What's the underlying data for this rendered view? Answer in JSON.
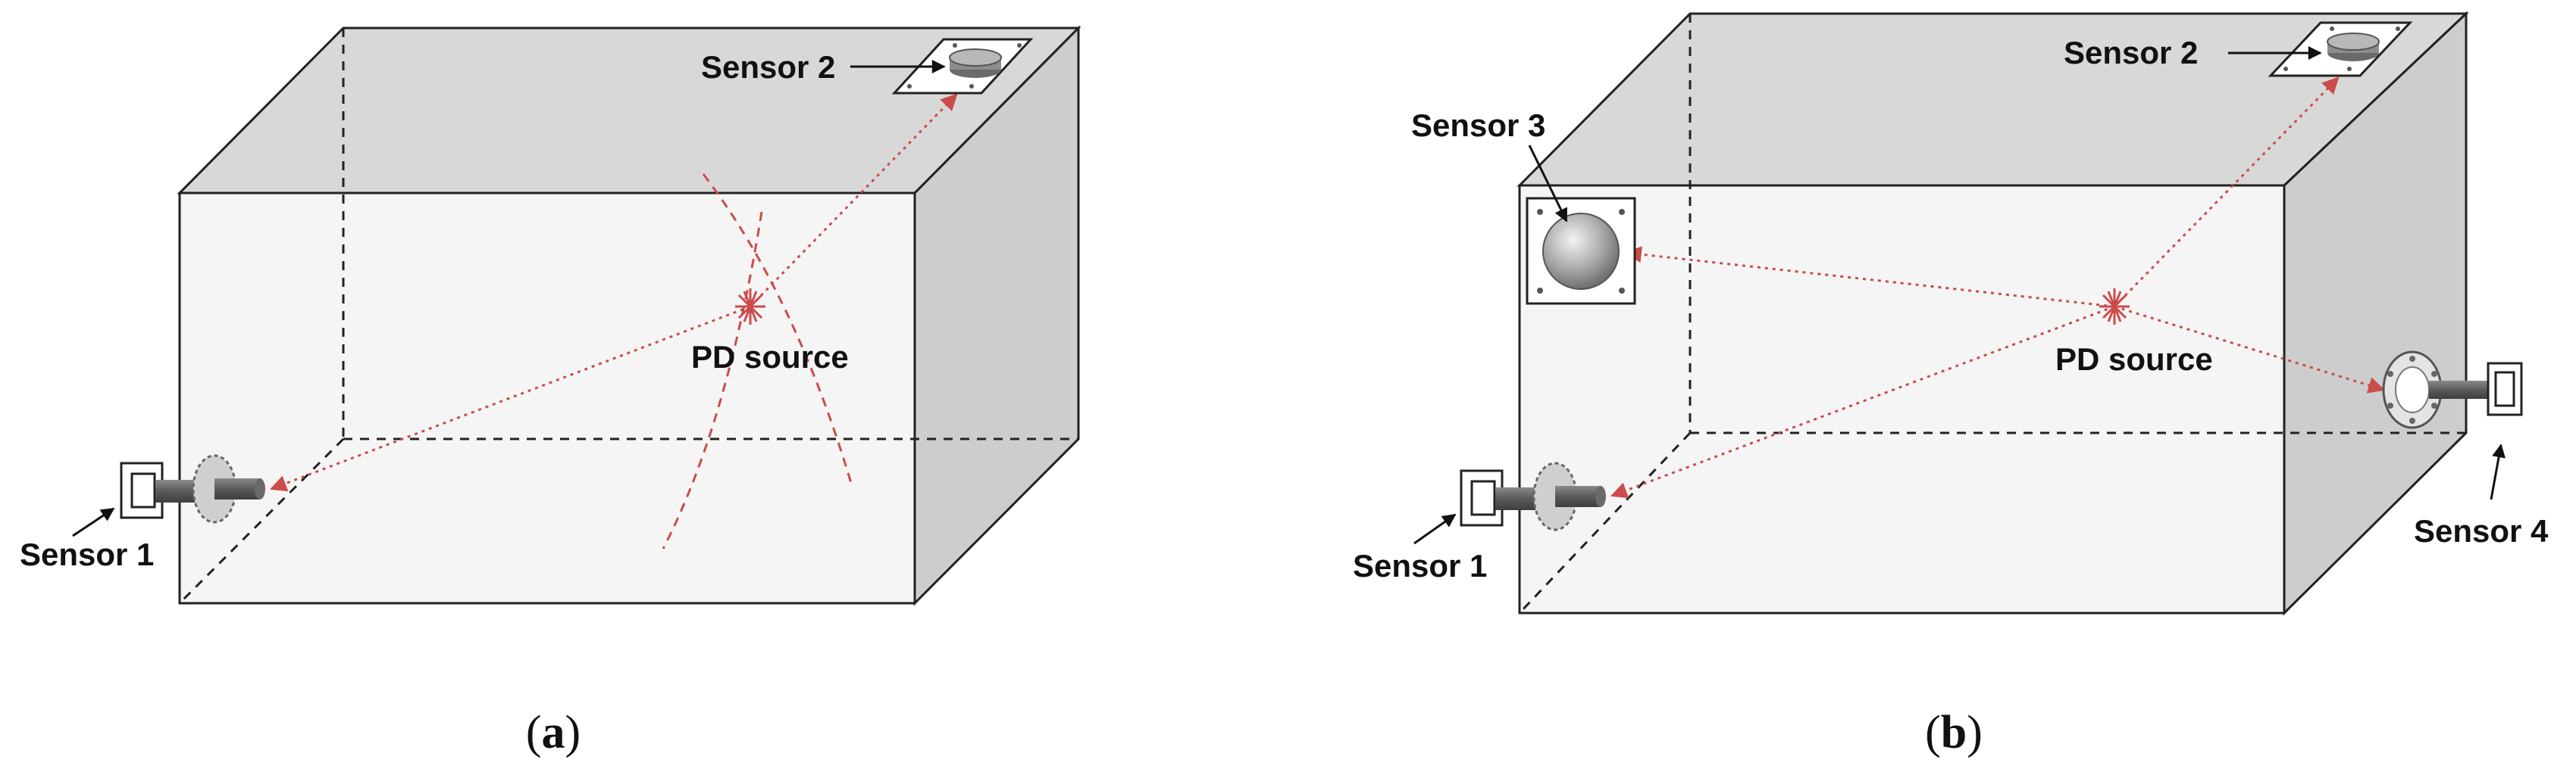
{
  "colors": {
    "front_face": "#f6f6f6",
    "top_face": "#d5d5d5",
    "side_face": "#c9c9c9",
    "edge": "#222222",
    "pd_path": "#cc4b4b",
    "sensor_metal": "#9a9a9a",
    "sensor_dark": "#555555"
  },
  "panels": [
    {
      "caption_letter": "a",
      "pd_label": "PD source",
      "sensors": [
        {
          "label": "Sensor 2",
          "icon": "disc-sensor-icon"
        },
        {
          "label": "Sensor 1",
          "icon": "flange-sensor-icon"
        }
      ]
    },
    {
      "caption_letter": "b",
      "pd_label": "PD source",
      "sensors": [
        {
          "label": "Sensor 2",
          "icon": "disc-sensor-icon"
        },
        {
          "label": "Sensor 3",
          "icon": "hemisphere-sensor-icon"
        },
        {
          "label": "Sensor 1",
          "icon": "flange-sensor-icon"
        },
        {
          "label": "Sensor 4",
          "icon": "flange-sensor-icon"
        }
      ]
    }
  ]
}
